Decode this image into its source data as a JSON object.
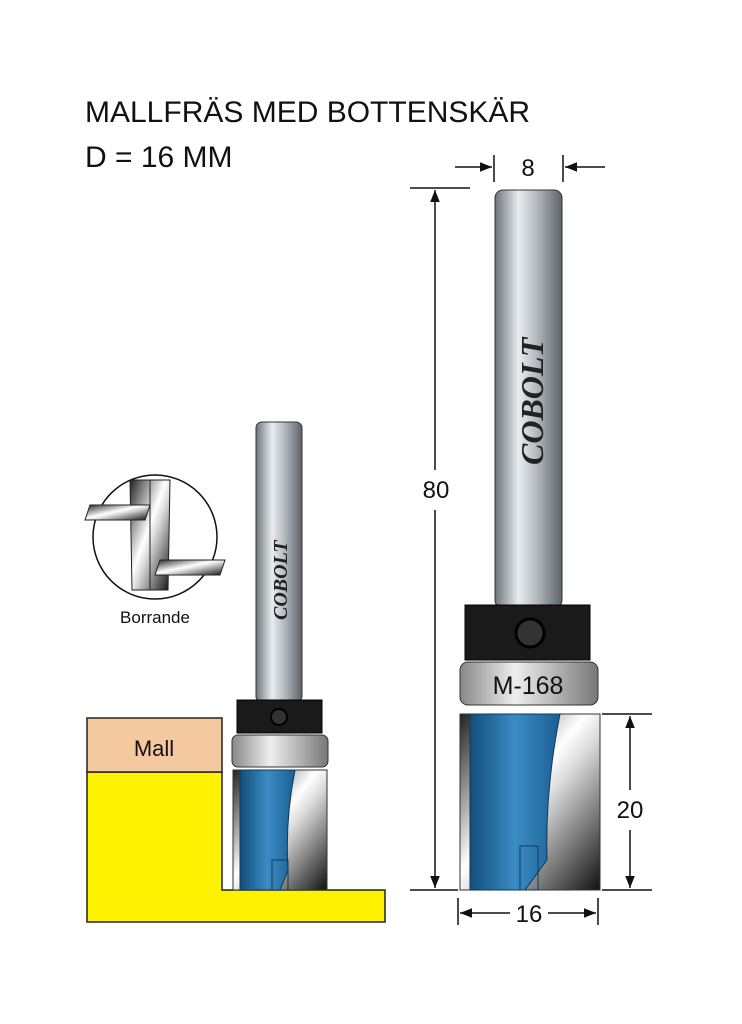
{
  "title": {
    "line1": "MALLFRÄS MED BOTTENSKÄR",
    "line2": "D = 16 MM"
  },
  "dimensions": {
    "shank": "8",
    "total_length": "80",
    "cut_length": "20",
    "diameter": "16"
  },
  "large_bit": {
    "brand": "COBOLT",
    "bearing_label": "M-168"
  },
  "small_bit": {
    "brand": "COBOLT"
  },
  "template_label": "Mall",
  "detail_label": "Borrande",
  "colors": {
    "blue": "#1f6fa8",
    "template": "#f5c9a0",
    "workpiece": "#fff200",
    "collar": "#1a1a1a"
  }
}
